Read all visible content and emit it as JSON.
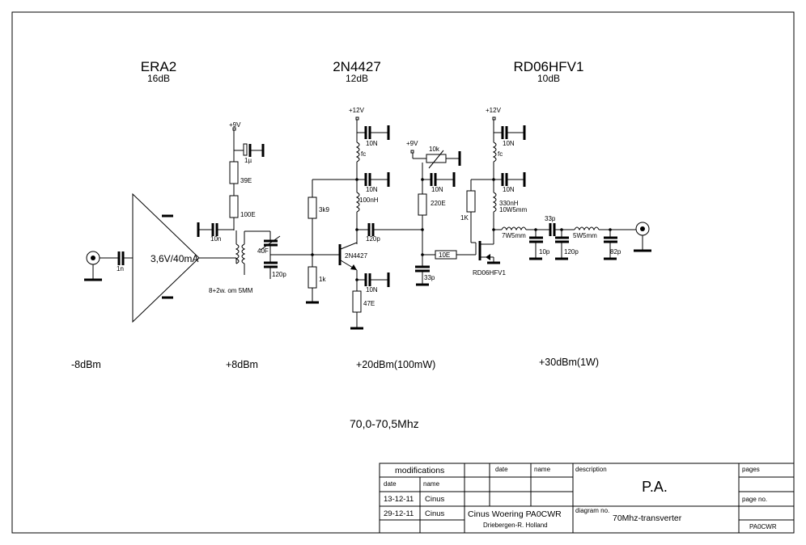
{
  "stages": [
    {
      "name": "ERA2",
      "gain": "16dB"
    },
    {
      "name": "2N4427",
      "gain": "12dB"
    },
    {
      "name": "RD06HFV1",
      "gain": "10dB"
    }
  ],
  "levels": [
    "-8dBm",
    "+8dBm",
    "+20dBm(100mW)",
    "+30dBm(1W)"
  ],
  "frequency": "70,0-70,5Mhz",
  "components": {
    "c_in": "1n",
    "mmic": "3,6V/40mA",
    "v9_left": "+9V",
    "c_1u": "1µ",
    "r_39": "39E",
    "r_100": "100E",
    "c_10n_left": "10n",
    "transformer": "8+2w. om 5MM",
    "c_40f": "40F",
    "c_120p_a": "120p",
    "r_3k9": "3k9",
    "r_1k_a": "1k",
    "v12_a": "+12V",
    "c_10n_a": "10N",
    "l_fc_a": "fc",
    "c_10n_b": "10N",
    "l_100nh": "100nH",
    "c_120p_b": "120p",
    "q1_label": "2N4427",
    "c_10n_c": "10N",
    "r_47": "47E",
    "v9_right": "+9V",
    "pot_10k": "10k",
    "c_10n_d": "10N",
    "r_220": "220E",
    "r_10": "10E",
    "c_33p_a": "33p",
    "v12_b": "+12V",
    "c_10n_e": "10N",
    "l_fc_b": "fc",
    "c_10n_f": "10N",
    "l_330nh": "330nH",
    "l_330nh_b": "10W5mm",
    "r_1k_b": "1K",
    "l_7w": "7W5mm",
    "c_33p_b": "33p",
    "l_5w": "5W5mm",
    "c_10p": "10p",
    "c_120p_c": "120p",
    "c_82p": "82p",
    "q2_label": "RD06HFV1"
  },
  "title_block": {
    "modifications": "modifications",
    "date_h": "date",
    "name_h": "name",
    "date_h2": "date",
    "name_h2": "name",
    "row1_date": "13-12-11",
    "row1_name": "Cinus",
    "row2_date": "29-12-11",
    "row2_name": "Cinus",
    "author": "Cinus Woering PA0CWR",
    "location": "Driebergen-R.  Holland",
    "description_h": "description",
    "description": "P.A.",
    "diagram_no_h": "diagram no.",
    "diagram_no": "70Mhz-transverter",
    "pages_h": "pages",
    "page_no_h": "page no.",
    "code": "PA0CWR"
  }
}
